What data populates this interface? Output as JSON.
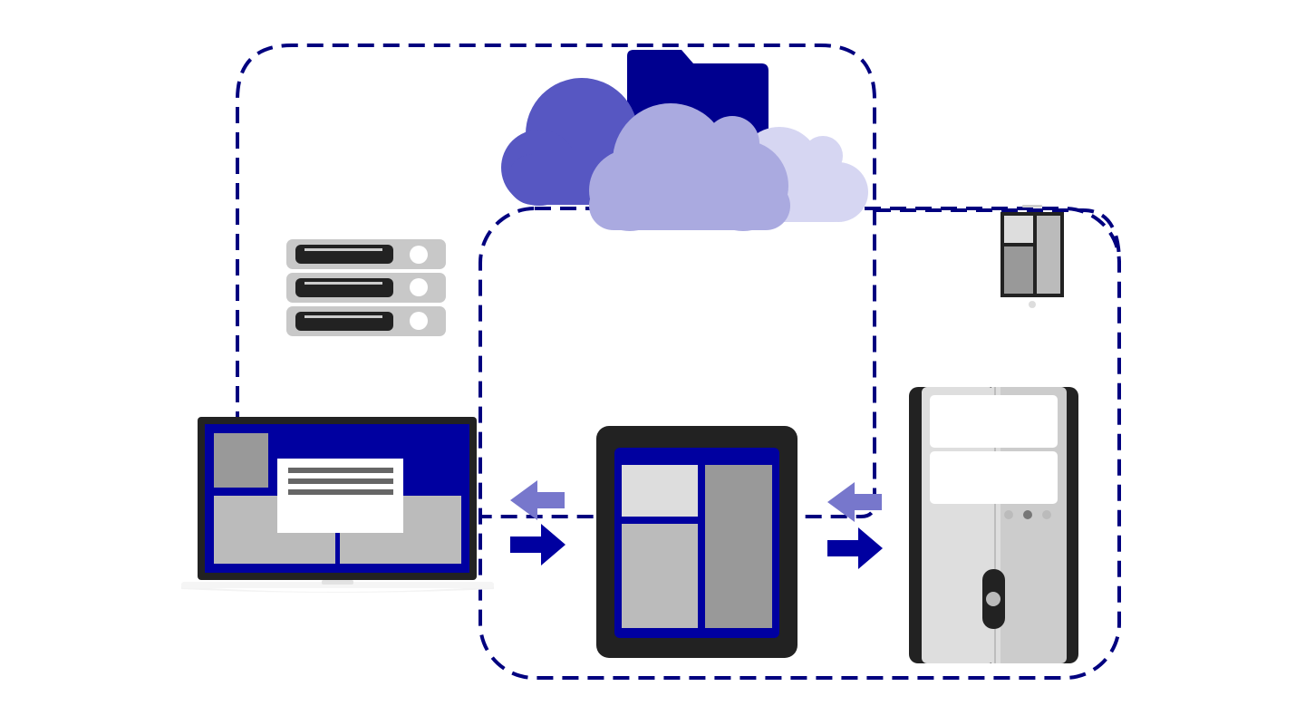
{
  "diagram": {
    "colors": {
      "navy": "#00007f",
      "blue_dark": "#0000a0",
      "cloud_medium": "#5757c2",
      "cloud_light": "#aaaae0",
      "cloud_pale": "#d6d6f2",
      "arrow_light": "#7777cc",
      "device_black": "#222222",
      "gray_light": "#dddddd",
      "gray_mid": "#bbbbbb",
      "gray_dark": "#999999",
      "white": "#ffffff"
    },
    "nodes": [
      {
        "name": "cloud-storage",
        "icon": "cloud-folder-icon"
      },
      {
        "name": "server-rack",
        "icon": "server-rack-icon"
      },
      {
        "name": "laptop",
        "icon": "laptop-icon"
      },
      {
        "name": "tablet",
        "icon": "tablet-icon"
      },
      {
        "name": "desktop-tower",
        "icon": "desktop-tower-icon"
      },
      {
        "name": "smartphone",
        "icon": "smartphone-icon"
      }
    ],
    "groups": [
      {
        "name": "group-laptop-server"
      },
      {
        "name": "group-tablet-cloud"
      },
      {
        "name": "group-desktop-phone"
      }
    ],
    "sync_arrows": [
      {
        "between": [
          "laptop",
          "tablet"
        ],
        "directions": [
          "to-laptop",
          "to-tablet"
        ]
      },
      {
        "between": [
          "tablet",
          "desktop-tower"
        ],
        "directions": [
          "to-tablet",
          "to-desktop-tower"
        ]
      }
    ]
  }
}
